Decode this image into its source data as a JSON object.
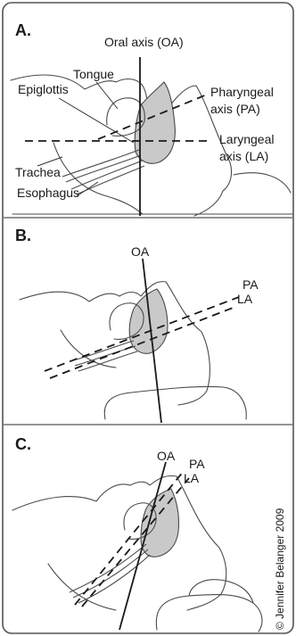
{
  "panels": {
    "a": {
      "letter": "A.",
      "oral_axis": "Oral axis (OA)",
      "pharyngeal_axis_line1": "Pharyngeal",
      "pharyngeal_axis_line2": "axis (PA)",
      "laryngeal_axis_line1": "Laryngeal",
      "laryngeal_axis_line2": "axis (LA)",
      "tongue": "Tongue",
      "epiglottis": "Epiglottis",
      "trachea": "Trachea",
      "esophagus": "Esophagus"
    },
    "b": {
      "letter": "B.",
      "oa": "OA",
      "pa": "PA",
      "la": "LA"
    },
    "c": {
      "letter": "C.",
      "oa": "OA",
      "pa": "PA",
      "la": "LA"
    }
  },
  "copyright": "© Jennifer Belanger 2009"
}
